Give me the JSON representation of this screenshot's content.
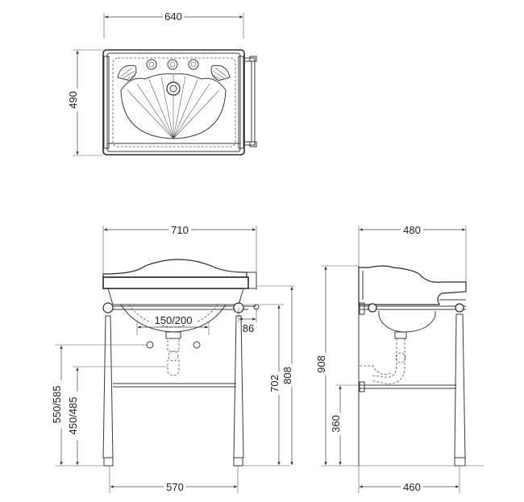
{
  "top_view": {
    "width_label": "640",
    "depth_label": "490"
  },
  "front_view": {
    "overall_width_label": "710",
    "waste_spacing_label": "150/200",
    "trap_offset_label": "86",
    "basin_height_label": "702",
    "overall_height_label": "808",
    "waste_height_label": "550/585",
    "trap_height_label": "450/485",
    "leg_spacing_label": "570"
  },
  "side_view": {
    "depth_label": "480",
    "overall_height_label": "908",
    "rail_height_label": "360",
    "leg_spacing_label": "460"
  }
}
